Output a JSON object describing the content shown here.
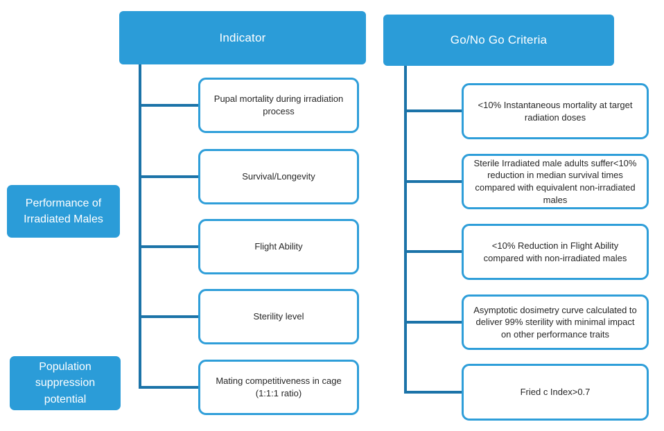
{
  "colors": {
    "header_fill": "#2b9cd8",
    "header_text": "#ffffff",
    "box_border": "#2e9ed9",
    "box_fill": "#ffffff",
    "box_text": "#262626",
    "connector": "#1b73a8",
    "page_bg": "#ffffff"
  },
  "headers": {
    "indicator": "Indicator",
    "criteria": "Go/No Go Criteria"
  },
  "row_labels": [
    {
      "label": "Performance of Irradiated Males"
    },
    {
      "label": "Population suppression potential"
    }
  ],
  "indicators": [
    {
      "label": "Pupal mortality during irradiation process"
    },
    {
      "label": "Survival/Longevity"
    },
    {
      "label": "Flight Ability"
    },
    {
      "label": "Sterility level"
    },
    {
      "label": "Mating competitiveness in cage (1:1:1 ratio)"
    }
  ],
  "criteria": [
    {
      "label": "<10% Instantaneous mortality at target radiation doses"
    },
    {
      "label": "Sterile Irradiated male adults suffer<10% reduction in median survival times compared with equivalent non-irradiated males"
    },
    {
      "label": "<10% Reduction in Flight Ability compared with non-irradiated males"
    },
    {
      "label": "Asymptotic dosimetry curve calculated to deliver 99% sterility with minimal impact on other performance traits"
    },
    {
      "label": "Fried c Index>0.7"
    }
  ]
}
